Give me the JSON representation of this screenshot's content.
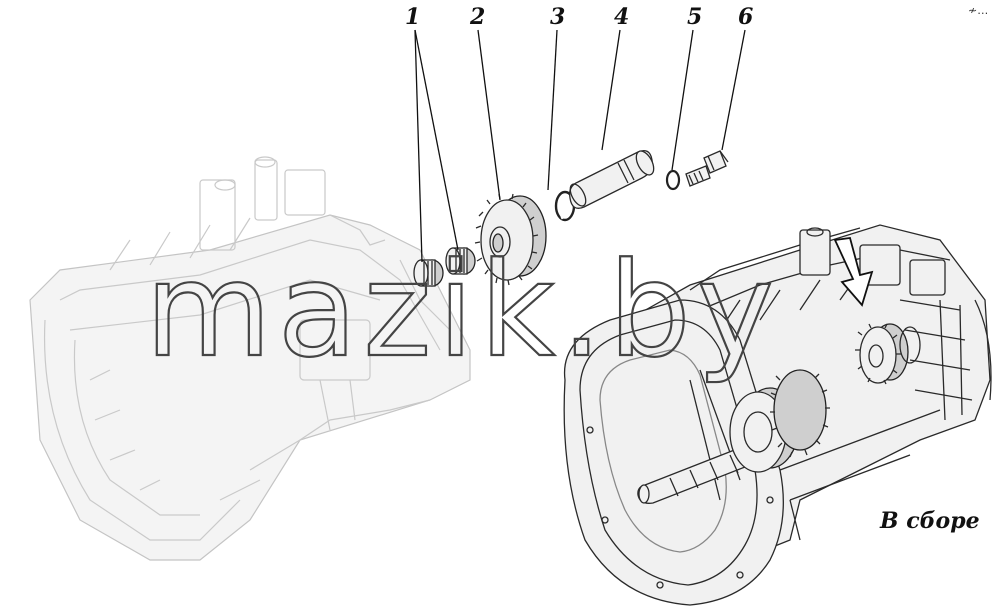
{
  "callouts": [
    {
      "number": "1"
    },
    {
      "number": "2"
    },
    {
      "number": "3"
    },
    {
      "number": "4"
    },
    {
      "number": "5"
    },
    {
      "number": "6"
    }
  ],
  "caption": "В сборе",
  "watermark": "mazik.by",
  "corner_mark": "≁…"
}
